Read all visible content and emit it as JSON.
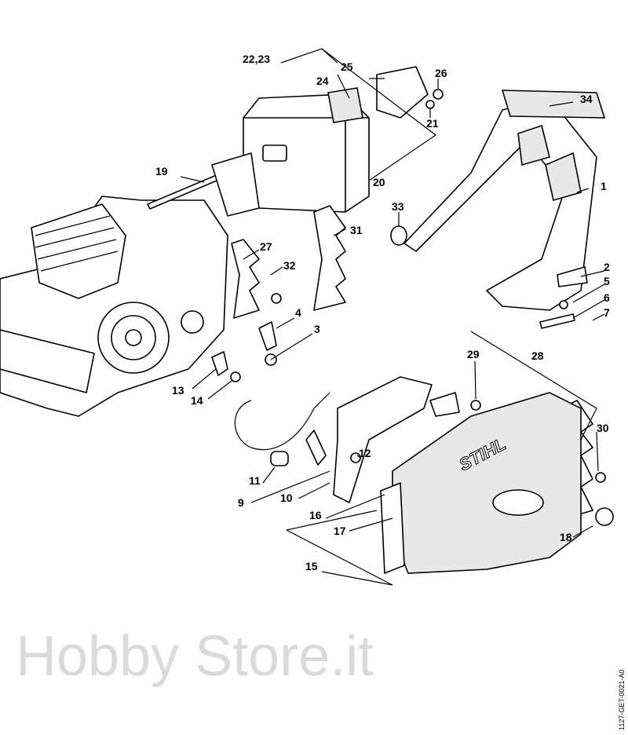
{
  "diagram": {
    "labels": [
      "22,23",
      "25",
      "24",
      "26",
      "21",
      "34",
      "19",
      "20",
      "1",
      "33",
      "31",
      "27",
      "32",
      "2",
      "5",
      "6",
      "7",
      "4",
      "3",
      "29",
      "28",
      "13",
      "14",
      "30",
      "12",
      "11",
      "10",
      "9",
      "16",
      "17",
      "18",
      "15"
    ],
    "brand_logo": "STIHL",
    "watermark": "Hobby Store.it",
    "drawing_code": "1127-GET-0021-A0"
  }
}
